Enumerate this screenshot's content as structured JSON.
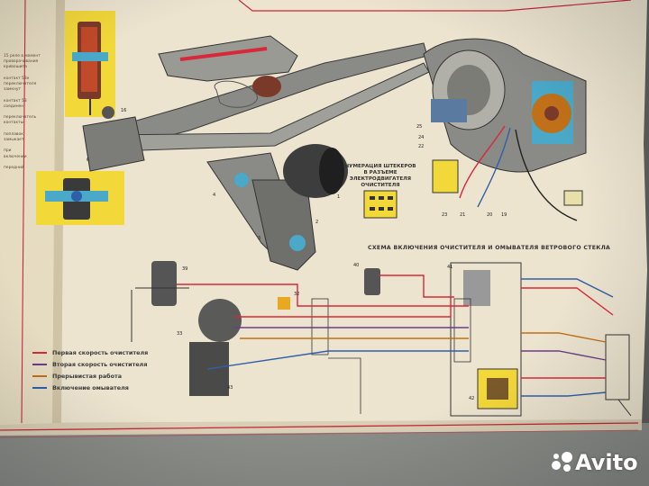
{
  "poster": {
    "schematic_title": "СХЕМА ВКЛЮЧЕНИЯ ОЧИСТИТЕЛЯ И ОМЫВАТЕЛЯ ВЕТРОВОГО СТЕКЛА",
    "connector_title_lines": [
      "НУМЕРАЦИЯ ШТЕКЕРОВ",
      "В РАЗЪЕМЕ",
      "ЭЛЕКТРОДВИГАТЕЛЯ",
      "ОЧИСТИТЕЛЯ"
    ],
    "legend": [
      {
        "label": "Первая скорость очистителя",
        "color": "#d8283a"
      },
      {
        "label": "Вторая скорость очистителя",
        "color": "#6a3c8c"
      },
      {
        "label": "Прерывистая работа",
        "color": "#c07018"
      },
      {
        "label": "Включение омывателя",
        "color": "#2f5fa8"
      }
    ],
    "part_numbers": {
      "n39": "39",
      "n40": "40",
      "n41": "41",
      "n42": "42",
      "n43": "43",
      "n32": "32",
      "n33": "33",
      "n6": "6",
      "n4": "4",
      "n1": "1",
      "n2": "2",
      "n3": "3",
      "n16": "16",
      "n19": "19",
      "n20": "20",
      "n21": "21",
      "n22": "22",
      "n23": "23",
      "n24": "24",
      "n25": "25"
    },
    "side_text": "15 реле в момент\nпроворачивания\nкривошипа\n\nконтакт 53е\nпереключателя\nзамкнут\n\nконтакт 53\nсоединен\n\nпереключатель\nконтакты\n\nпоплавок\nзамыкает\n\nпри\nвключении\n\nпередний"
  },
  "watermark": {
    "text": "Avito"
  },
  "colors": {
    "paper": "#ece4cf",
    "red_line": "#c8283a",
    "wire_red": "#d8283a",
    "wire_violet": "#6a3c8c",
    "wire_orange": "#c07018",
    "wire_blue": "#2f5fa8",
    "metal": "#8a8a86",
    "motor_housing": "#3d3d3d",
    "cyan_part": "#4aa8c8"
  }
}
